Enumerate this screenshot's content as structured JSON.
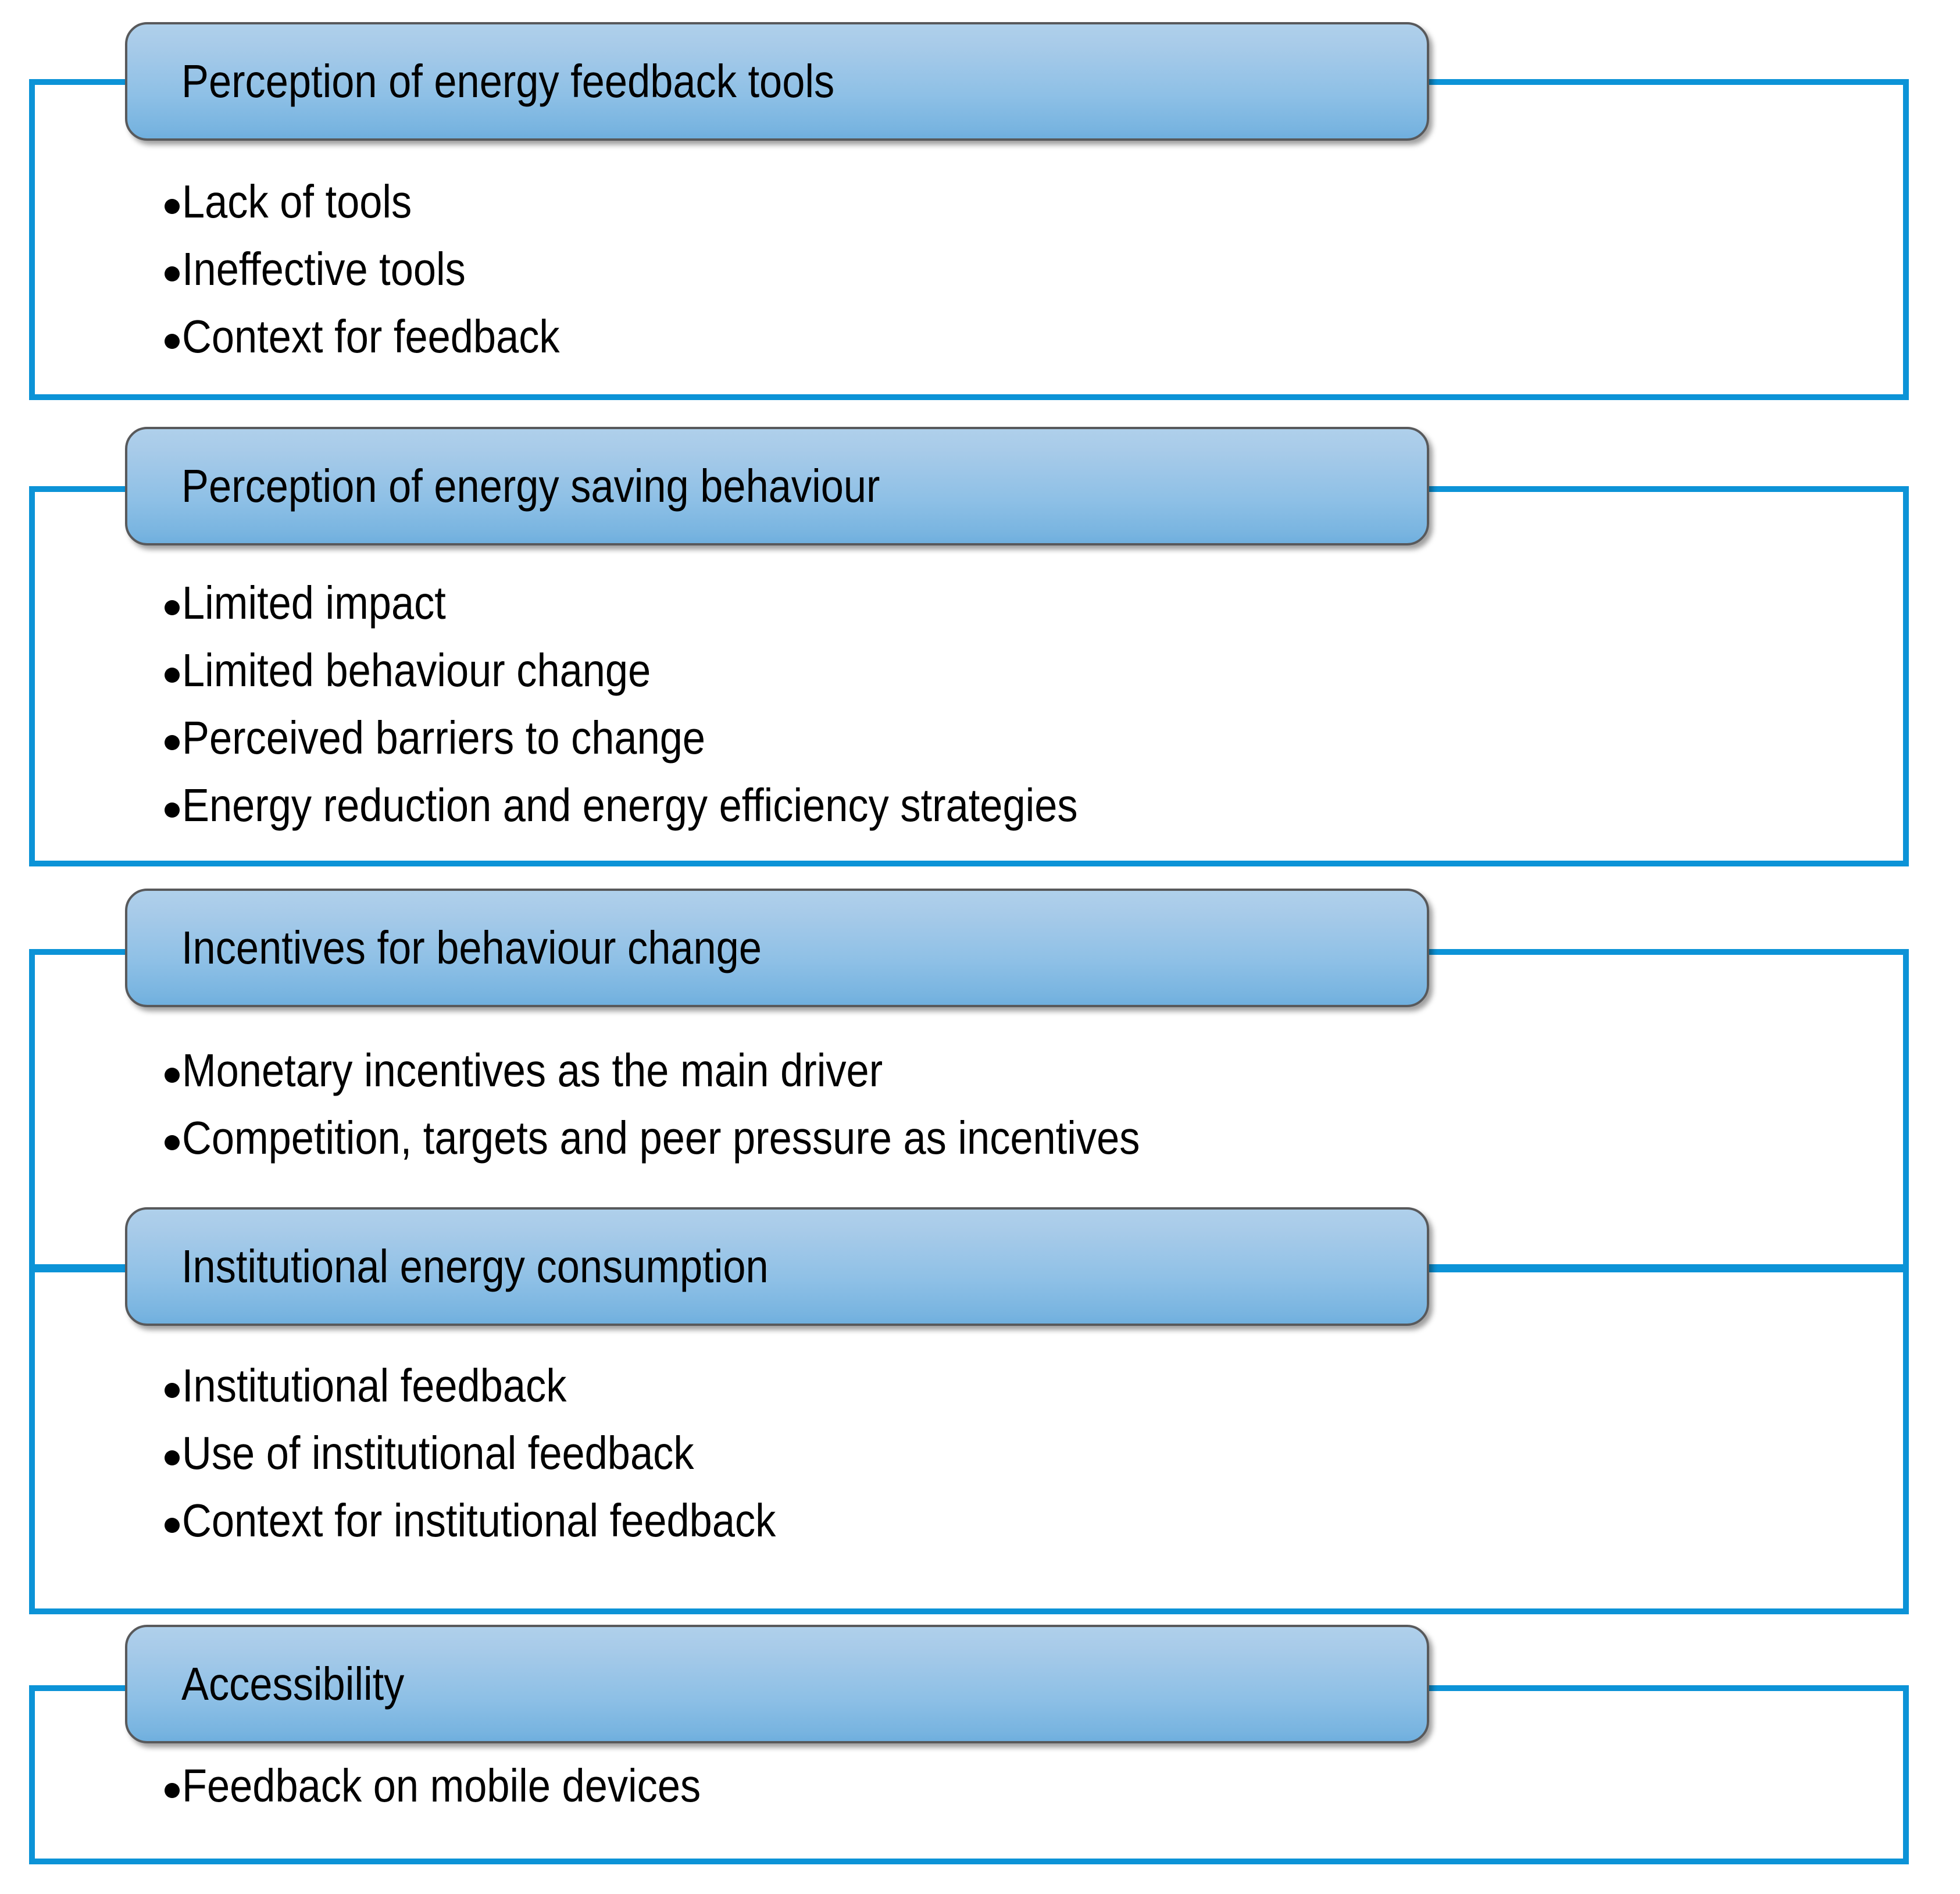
{
  "diagram": {
    "type": "grouped-theme-list",
    "accent_color": "#0C93D7",
    "header_gradient_top": "#AFD0EB",
    "header_gradient_bottom": "#6FAFDE",
    "header_border_color": "#58595B",
    "text_color": "#000000",
    "background_color": "#FFFFFF",
    "sections": [
      {
        "title": "Perception of energy feedback tools",
        "bullets": [
          "Lack of tools",
          "Ineffective tools",
          "Context for feedback"
        ]
      },
      {
        "title": "Perception of energy saving behaviour",
        "bullets": [
          "Limited impact",
          "Limited behaviour change",
          "Perceived barriers to change",
          "Energy reduction and energy efficiency strategies"
        ]
      },
      {
        "title": "Incentives for behaviour change",
        "bullets": [
          "Monetary incentives as the main driver",
          "Competition, targets and peer pressure as incentives"
        ]
      },
      {
        "title": "Institutional energy consumption",
        "bullets": [
          "Institutional feedback",
          "Use of institutional feedback",
          "Context for institutional feedback"
        ]
      },
      {
        "title": "Accessibility",
        "bullets": [
          "Feedback on mobile devices"
        ]
      }
    ]
  }
}
